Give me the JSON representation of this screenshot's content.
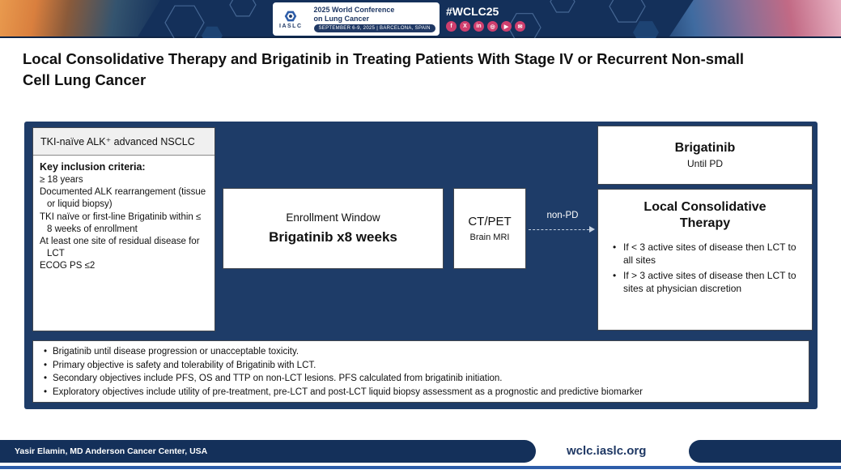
{
  "banner": {
    "iaslc": "IASLC",
    "conference_line1": "2025 World Conference",
    "conference_line2": "on Lung Cancer",
    "dates": "SEPTEMBER 6-9, 2025 | BARCELONA, SPAIN",
    "hashtag": "#WCLC25",
    "social": [
      {
        "name": "facebook",
        "glyph": "f"
      },
      {
        "name": "x-twitter",
        "glyph": "X"
      },
      {
        "name": "linkedin",
        "glyph": "in"
      },
      {
        "name": "instagram",
        "glyph": "◎"
      },
      {
        "name": "youtube",
        "glyph": "▶"
      },
      {
        "name": "email",
        "glyph": "✉"
      }
    ]
  },
  "title": "Local Consolidative Therapy and Brigatinib in Treating Patients With Stage IV or Recurrent Non-small\nCell Lung Cancer",
  "schema": {
    "inclusion": {
      "header": "TKI-naïve ALK⁺ advanced NSCLC",
      "subtitle": "Key inclusion criteria:",
      "items": [
        "≥ 18 years",
        "Documented ALK rearrangement (tissue or liquid biopsy)",
        "TKI naïve or first-line Brigatinib within ≤ 8 weeks of enrollment",
        "At least one site of residual disease for LCT",
        "ECOG PS ≤2"
      ]
    },
    "enrollment": {
      "line1": "Enrollment Window",
      "line2": "Brigatinib x8 weeks"
    },
    "imaging": {
      "line1": "CT/PET",
      "line2": "Brain MRI"
    },
    "arrow_label": "non-PD",
    "brigatinib": {
      "line1": "Brigatinib",
      "line2": "Until PD"
    },
    "lct": {
      "title": "Local Consolidative Therapy",
      "bullets": [
        "If < 3 active sites of disease then LCT to all sites",
        "If > 3 active sites of disease then LCT to sites at physician discretion"
      ]
    },
    "notes": [
      "Brigatinib until disease progression or unacceptable toxicity.",
      "Primary objective is safety and tolerability of Brigatinib with LCT.",
      "Secondary objectives include PFS, OS and TTP on non-LCT lesions. PFS calculated from brigatinib initiation.",
      "Exploratory objectives include utility of pre-treatment, pre-LCT and post-LCT liquid biopsy assessment as a prognostic and predictive biomarker"
    ]
  },
  "footer": {
    "author": "Yasir Elamin, MD Anderson Cancer Center, USA",
    "website": "wclc.iaslc.org"
  },
  "colors": {
    "banner_navy": "#14305a",
    "schema_navy": "#1e3c68",
    "logo_navy": "#1f3864",
    "accent_blue": "#2d5da9",
    "social_pink": "#cf3f6e"
  }
}
